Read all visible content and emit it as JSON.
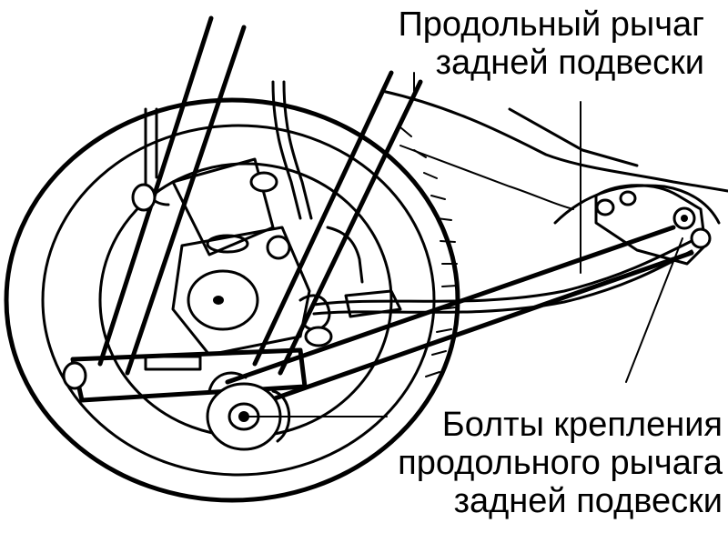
{
  "labels": {
    "trailing_arm": [
      "Продольный рычаг",
      "задней подвески"
    ],
    "mounting_bolts": [
      "Болты крепления",
      "продольного рычага",
      "задней подвески"
    ]
  },
  "colors": {
    "ink": "#000000",
    "background": "#ffffff"
  }
}
